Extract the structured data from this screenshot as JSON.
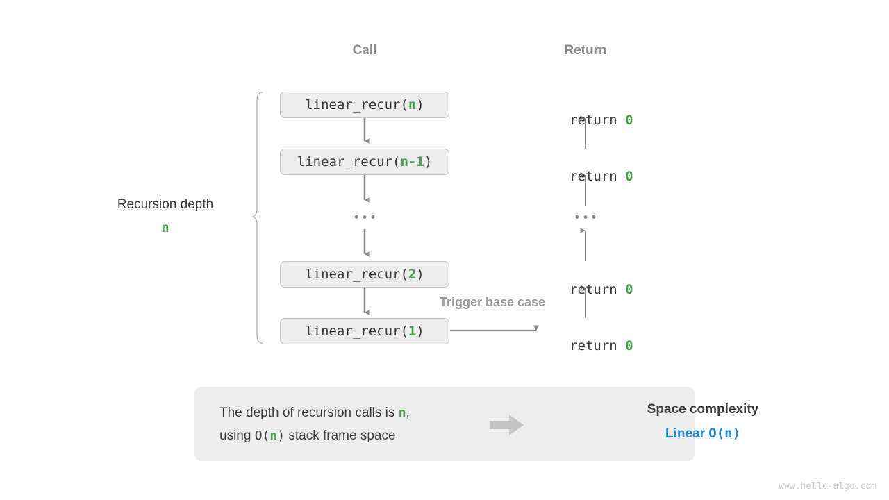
{
  "columns": {
    "call_header": "Call",
    "return_header": "Return"
  },
  "depth": {
    "title": "Recursion depth",
    "value": "n"
  },
  "frames": [
    {
      "prefix": "linear_recur(",
      "arg": "n",
      "suffix": ")"
    },
    {
      "prefix": "linear_recur(",
      "arg": "n-1",
      "suffix": ")"
    },
    {
      "prefix": "linear_recur(",
      "arg": "2",
      "suffix": ")"
    },
    {
      "prefix": "linear_recur(",
      "arg": "1",
      "suffix": ")"
    }
  ],
  "returns": [
    {
      "text": "return ",
      "value": "0"
    },
    {
      "text": "return ",
      "value": "0"
    },
    {
      "text": "return ",
      "value": "0"
    },
    {
      "text": "return ",
      "value": "0"
    }
  ],
  "trigger_label": "Trigger base case",
  "summary": {
    "line1_a": "The depth of recursion calls is ",
    "line1_n": "n",
    "line1_b": ",",
    "line2_a": "using ",
    "line2_o": "O(",
    "line2_n": "n",
    "line2_c": ")",
    "line2_b": " stack frame space",
    "result_title": "Space complexity",
    "result_kind": "Linear",
    "result_notation": "O(n)"
  },
  "watermark": "www.hello-algo.com",
  "colors": {
    "green": "#46a04c",
    "blue": "#1f8ad6",
    "gray_text": "#3c3c3c",
    "gray_muted": "#8c8c8c",
    "box_fill": "#ededed",
    "box_border": "#c8c8c8",
    "arrow": "#8a8a8a",
    "block_arrow": "#c4c4c4"
  }
}
